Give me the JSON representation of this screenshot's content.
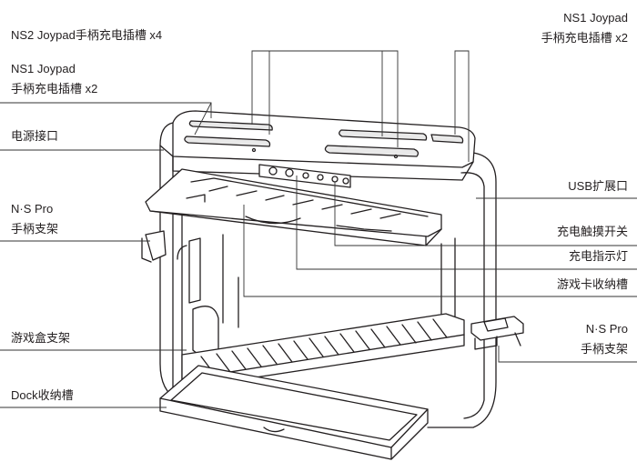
{
  "labels": {
    "ns2_joypad_slots": "NS2 Joypad手柄充电插槽 x4",
    "ns1_joypad_slots_left_line1": "NS1 Joypad",
    "ns1_joypad_slots_left_line2": "手柄充电插槽 x2",
    "ns1_joypad_slots_right_line1": "NS1 Joypad",
    "ns1_joypad_slots_right_line2": "手柄充电插槽 x2",
    "power_port": "电源接口",
    "ns_pro_holder_left_line1": "N·S Pro",
    "ns_pro_holder_left_line2": "手柄支架",
    "usb_expansion_port": "USB扩展口",
    "charge_touch_switch": "充电触摸开关",
    "charge_indicator": "充电指示灯",
    "game_card_storage": "游戏卡收纳槽",
    "ns_pro_holder_right_line1": "N·S Pro",
    "ns_pro_holder_right_line2": "手柄支架",
    "game_box_rack": "游戏盒支架",
    "dock_storage": "Dock收纳槽"
  },
  "colors": {
    "line": "#231f20",
    "leader": "#333333",
    "fill": "#ffffff",
    "shade": "#e9e9e9"
  }
}
